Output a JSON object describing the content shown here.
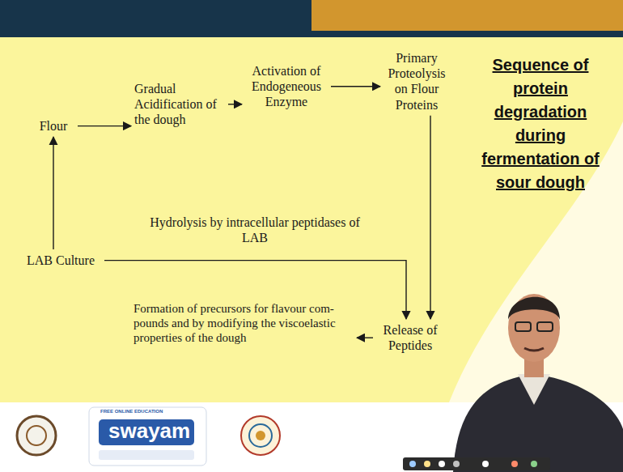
{
  "diagram": {
    "title": "Sequence of protein degradation during fermentation of sour dough",
    "nodes": [
      {
        "text": [
          "Flour"
        ]
      },
      {
        "text": [
          "Gradual Acidification of the dough"
        ]
      },
      {
        "text": [
          "Activation of Endogeneous Enzyme"
        ]
      },
      {
        "text": [
          "Primary Proteolysis on Flour Proteins"
        ]
      },
      {
        "text": [
          "LAB Culture"
        ]
      },
      {
        "text": [
          "Release of Peptides"
        ]
      },
      {
        "text": [
          "Formation of precursors for flavour com- pounds and by modifying the viscoelastic properties of the dough"
        ]
      }
    ],
    "edges": [
      {
        "from": 0,
        "to": 1,
        "arrow": "to"
      },
      {
        "from": 1,
        "to": 2,
        "arrow": "to"
      },
      {
        "from": 2,
        "to": 3,
        "arrow": "to"
      },
      {
        "from": 3,
        "to": 5,
        "arrow": "to"
      },
      {
        "from": 4,
        "to": 5,
        "label": "Hydrolysis by intracellular peptidases of LAB",
        "arrow": "to"
      },
      {
        "from": 4,
        "to": 0,
        "arrow": "to"
      },
      {
        "from": 5,
        "to": 6,
        "arrow": "to"
      }
    ],
    "labels": [
      "FREE ONLINE EDUCATION",
      "swayam"
    ]
  }
}
